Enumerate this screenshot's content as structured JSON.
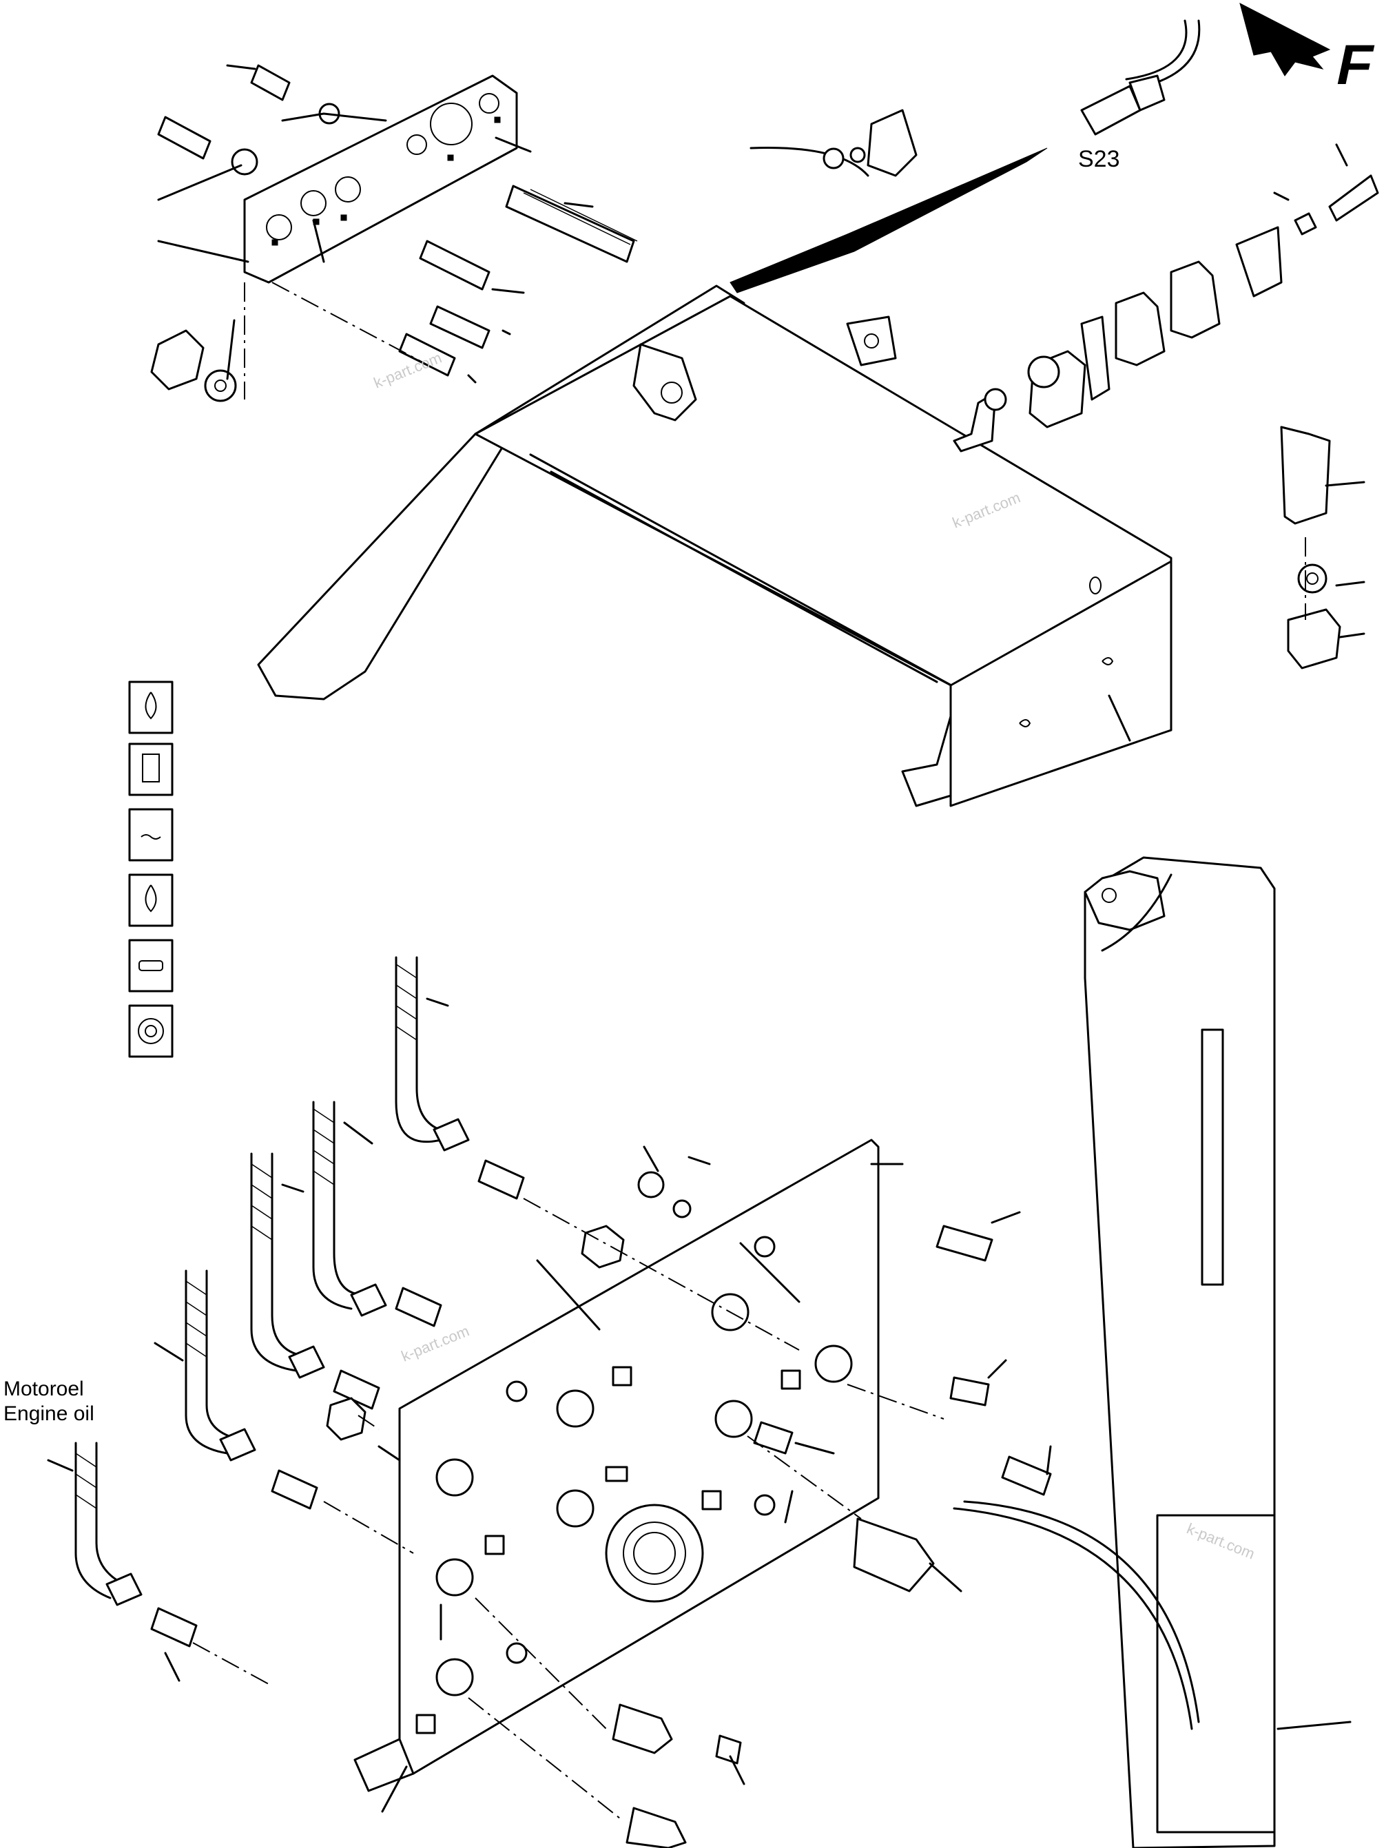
{
  "callouts": {
    "sensor_label": "S23",
    "direction_label": "F",
    "engine_oil_de": "Motoroel",
    "engine_oil_en": "Engine oil"
  },
  "watermarks": [
    "k-part.com",
    "k-part.com",
    "k-part.com",
    "k-part.com"
  ],
  "symbols": [
    {
      "name": "oil-pressure-icon"
    },
    {
      "name": "fuel-icon"
    },
    {
      "name": "coolant-icon"
    },
    {
      "name": "hydraulic-oil-icon"
    },
    {
      "name": "filter-icon"
    },
    {
      "name": "gear-icon"
    }
  ],
  "colors": {
    "line": "#000000",
    "watermark": "#c9c9c9",
    "background": "#ffffff"
  }
}
